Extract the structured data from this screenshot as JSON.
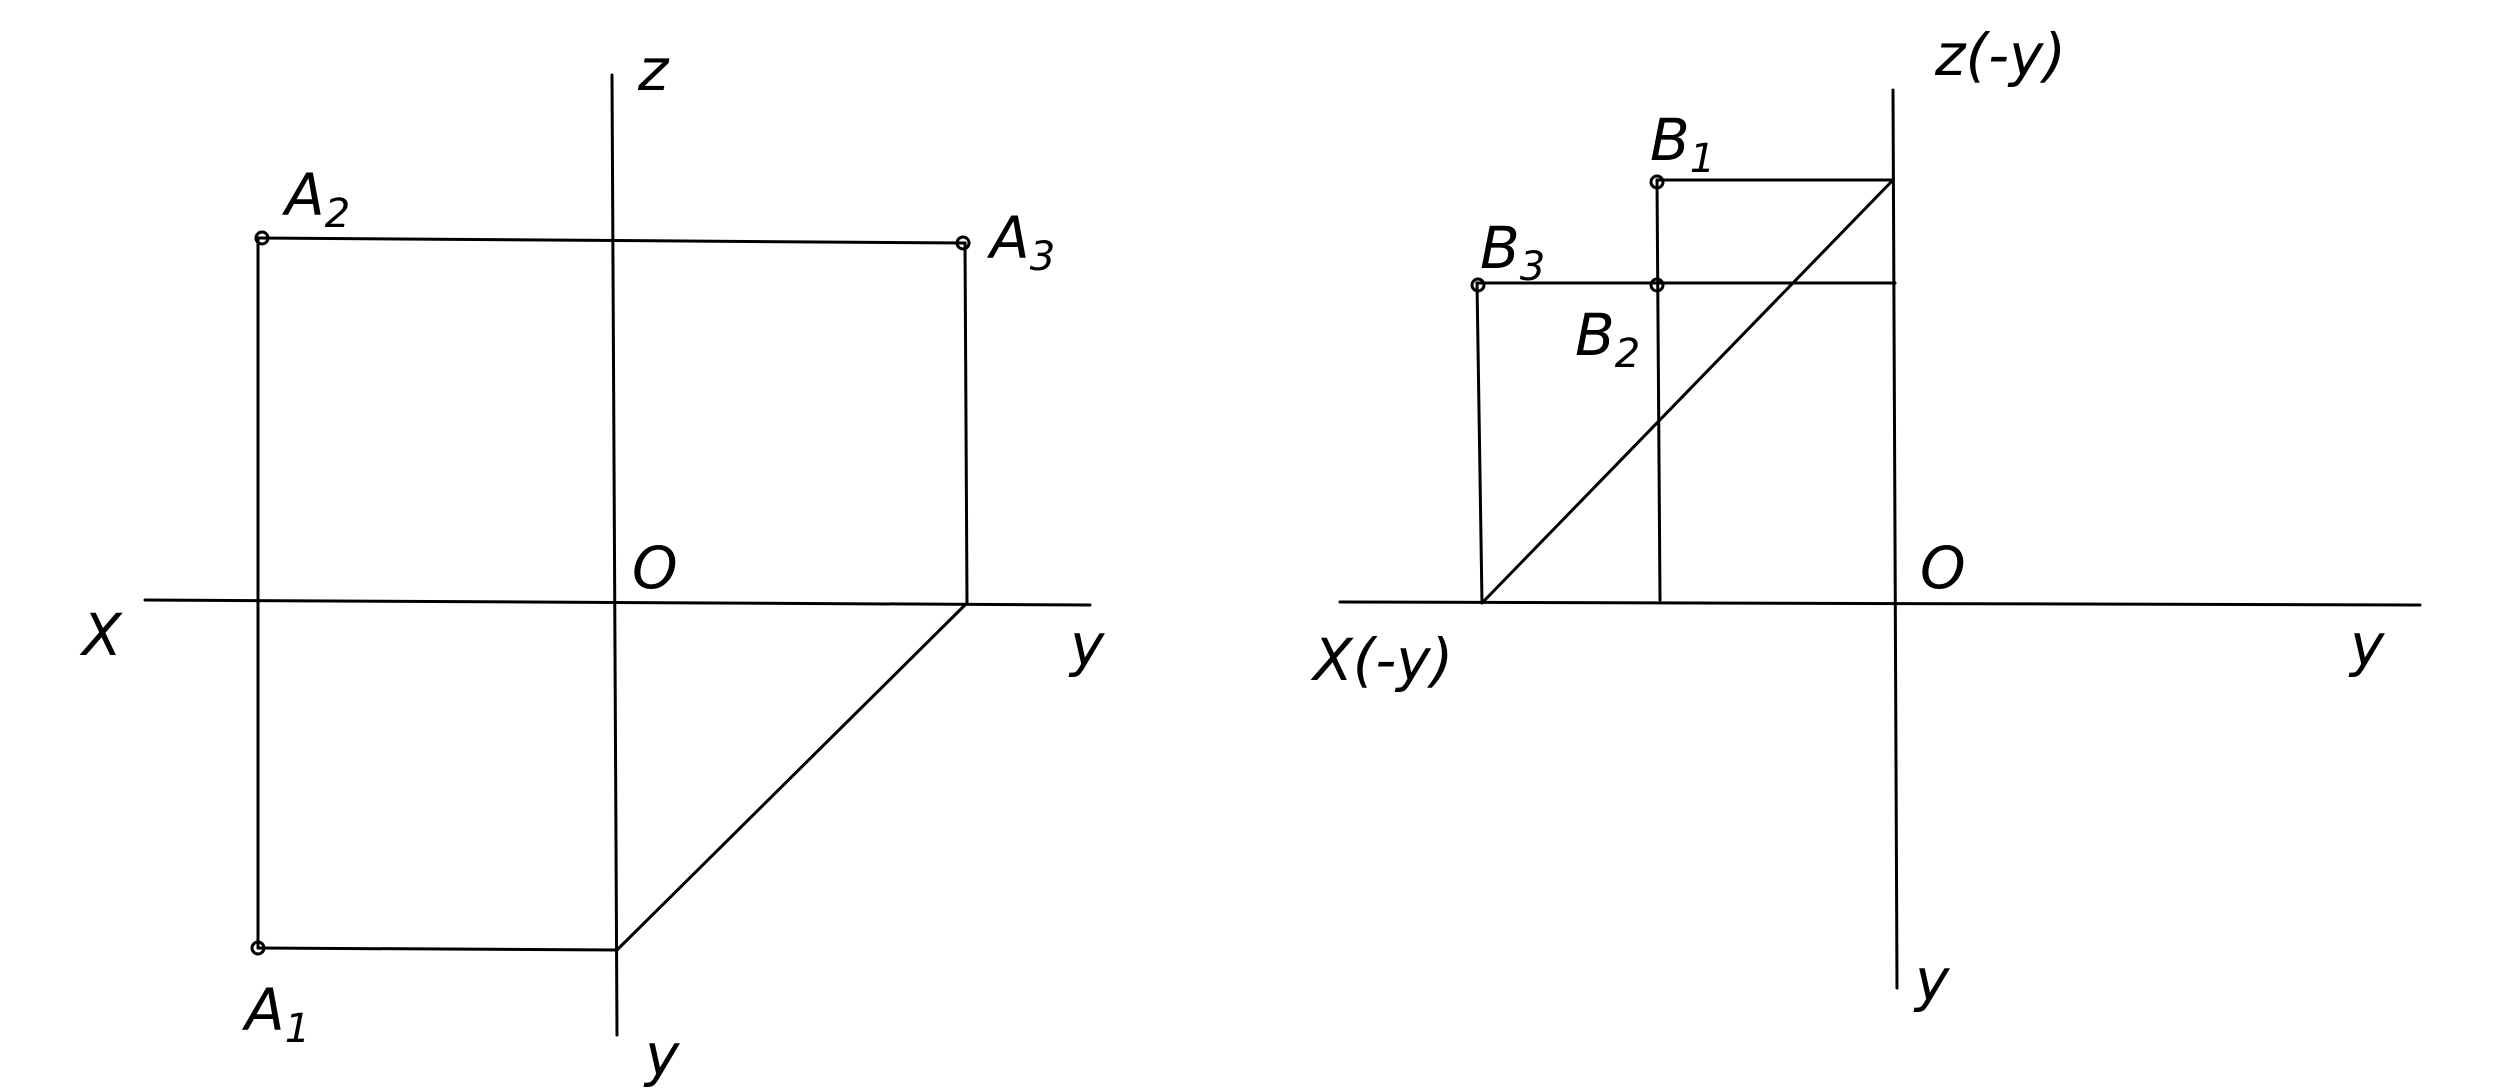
{
  "left_diagram": {
    "axis_x": "X",
    "axis_y_right": "y",
    "axis_y_bottom": "y",
    "axis_z": "z",
    "origin": "O",
    "points": [
      {
        "letter": "A",
        "index": "2"
      },
      {
        "letter": "A",
        "index": "3"
      },
      {
        "letter": "A",
        "index": "1"
      }
    ]
  },
  "right_diagram": {
    "axis_x": "X(-y)",
    "axis_y_right": "y",
    "axis_y_bottom": "y",
    "axis_z": "z(-y)",
    "origin": "O",
    "points": [
      {
        "letter": "B",
        "index": "1"
      },
      {
        "letter": "B",
        "index": "3"
      },
      {
        "letter": "B",
        "index": "2"
      }
    ]
  },
  "colors": {
    "ink": "#000000",
    "paper": "#ffffff"
  }
}
